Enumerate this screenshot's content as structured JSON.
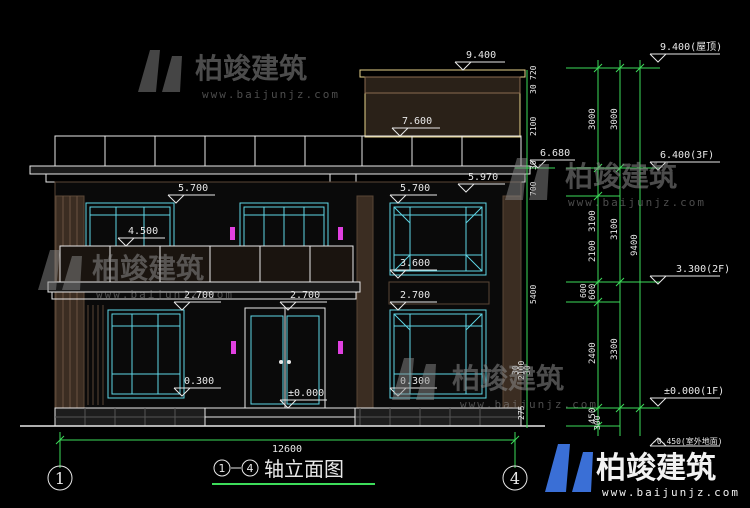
{
  "drawing": {
    "title_text": "轴立面图",
    "axis_start": "1",
    "axis_end": "4",
    "overall_width": "12600"
  },
  "elevations": {
    "roof_top": "9.400",
    "roof_top_right": "9.400(屋顶)",
    "parapet_3f": "7.600",
    "level_3f": "6.400(3F)",
    "eave_6680": "6.680",
    "eave_5700_left": "5.700",
    "eave_5700_right": "5.700",
    "eave_5970": "5.970",
    "balcony_4500": "4.500",
    "sill_3600": "3.600",
    "level_2f": "3.300(2F)",
    "lintel_2700_left": "2.700",
    "lintel_2700_mid": "2.700",
    "lintel_2700_right": "2.700",
    "sill_0300_left": "0.300",
    "sill_0300_right": "0.300",
    "floor_0000": "±0.000",
    "level_1f": "±0.000(1F)",
    "ground": "-0.450(室外地面)"
  },
  "dimensions": {
    "inner_col": [
      "3000",
      "3100",
      "2100",
      "600",
      "2400",
      "450"
    ],
    "mid_col": [
      "3000",
      "3100",
      "3300"
    ],
    "outer_col": "9400",
    "small_left": [
      "720",
      "30",
      "2100",
      "30",
      "700",
      "5400",
      "30",
      "2100",
      "30",
      "275"
    ],
    "tiny_stack": [
      "600",
      "300"
    ]
  },
  "watermark": {
    "brand": "柏竣建筑",
    "url": "www.baijunjz.com"
  },
  "colors": {
    "line_white": "#e8e8e8",
    "line_yellow": "#e6d28a",
    "line_green": "#3ddc5a",
    "line_cyan": "#5fd6e6",
    "wall_brown": "#5a4636",
    "magenta": "#e040e0",
    "background": "#000000"
  }
}
